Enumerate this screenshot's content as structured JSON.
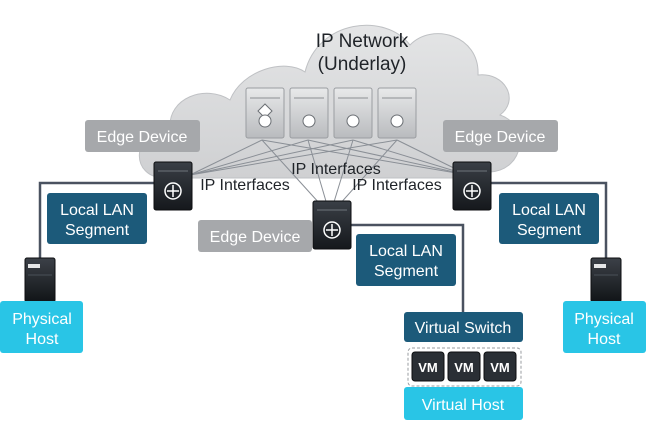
{
  "cloud": {
    "title_line1": "IP Network",
    "title_line2": "(Underlay)"
  },
  "edge_devices": {
    "left": "Edge Device",
    "center": "Edge Device",
    "right": "Edge Device"
  },
  "ip_interfaces": {
    "left": "IP Interfaces",
    "center": "IP Interfaces",
    "right": "IP Interfaces"
  },
  "lan_segments": {
    "left": [
      "Local LAN",
      "Segment"
    ],
    "center": [
      "Local LAN",
      "Segment"
    ],
    "right": [
      "Local LAN",
      "Segment"
    ]
  },
  "hosts": {
    "left": [
      "Physical",
      "Host"
    ],
    "right": [
      "Physical",
      "Host"
    ],
    "virtual_switch": "Virtual Switch",
    "vms": [
      "VM",
      "VM",
      "VM"
    ],
    "virtual_host": "Virtual Host"
  },
  "colors": {
    "cloud_fill": "#d9dadb",
    "gray_label": "#a6a8ab",
    "navy_label": "#1c5a7a",
    "cyan_label": "#29c5e6",
    "device_dark": "#1f2328",
    "link_line": "#4a5260",
    "mesh_line": "#8a8f96"
  }
}
